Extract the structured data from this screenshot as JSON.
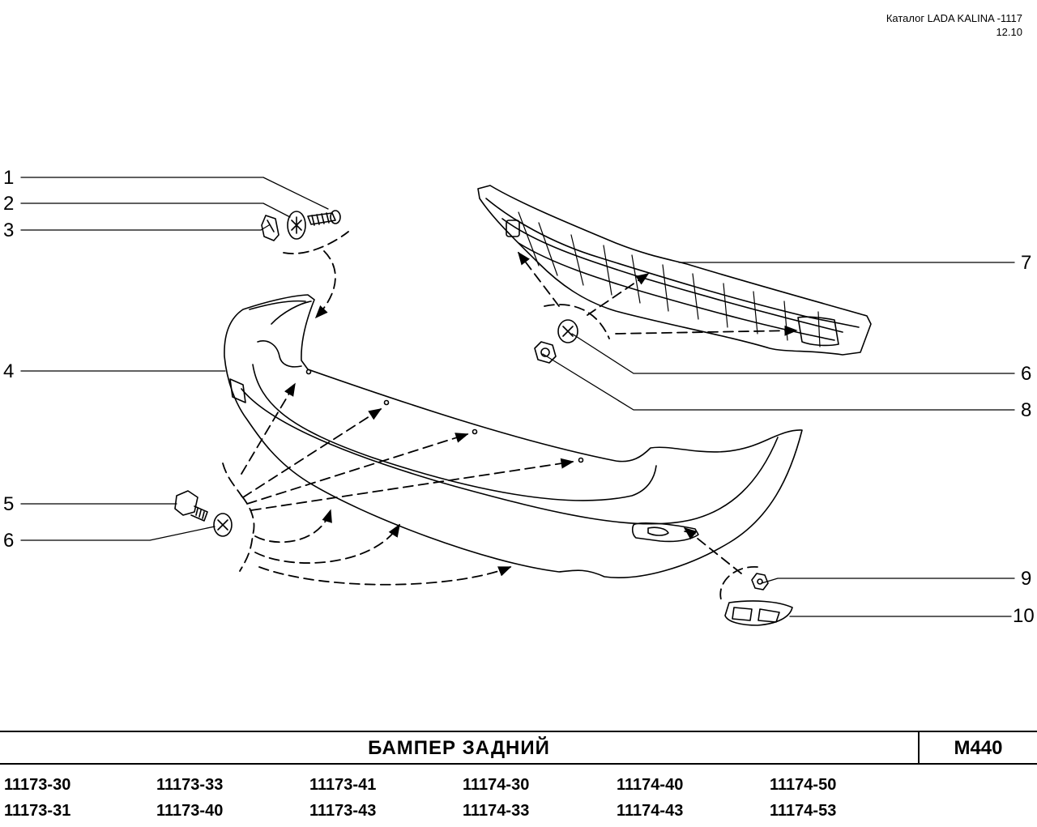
{
  "header": {
    "catalog_line": "Каталог LADA KALINA -1117",
    "version": "12.10"
  },
  "callouts": [
    "1",
    "2",
    "3",
    "4",
    "5",
    "6",
    "7",
    "6",
    "8",
    "9",
    "10"
  ],
  "title": {
    "text": "БАМПЕР   ЗАДНИЙ",
    "sheet_code": "M440"
  },
  "model_codes": [
    [
      "11173-30",
      "11173-33",
      "11173-41",
      "11174-30",
      "11174-40",
      "11174-50"
    ],
    [
      "11173-31",
      "11173-40",
      "11173-43",
      "11174-33",
      "11174-43",
      "11174-53"
    ]
  ]
}
